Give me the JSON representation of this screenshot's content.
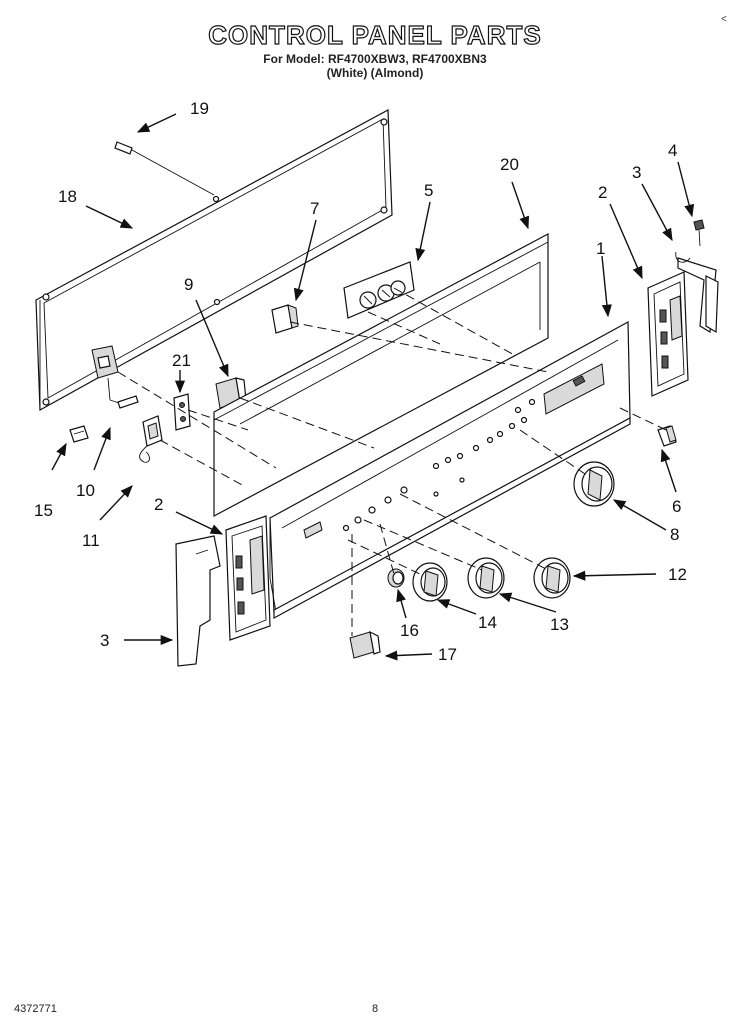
{
  "header": {
    "title": "CONTROL PANEL PARTS",
    "model_line": "For Model: RF4700XBW3, RF4700XBN3",
    "color_line": "(White)      (Almond)"
  },
  "footer": {
    "doc_number": "4372771",
    "page_number": "8",
    "corner_mark": "<"
  },
  "callouts": [
    "19",
    "18",
    "7",
    "5",
    "20",
    "4",
    "3",
    "2",
    "1",
    "9",
    "21",
    "15",
    "10",
    "11",
    "2",
    "3",
    "6",
    "8",
    "12",
    "13",
    "14",
    "16",
    "17"
  ]
}
